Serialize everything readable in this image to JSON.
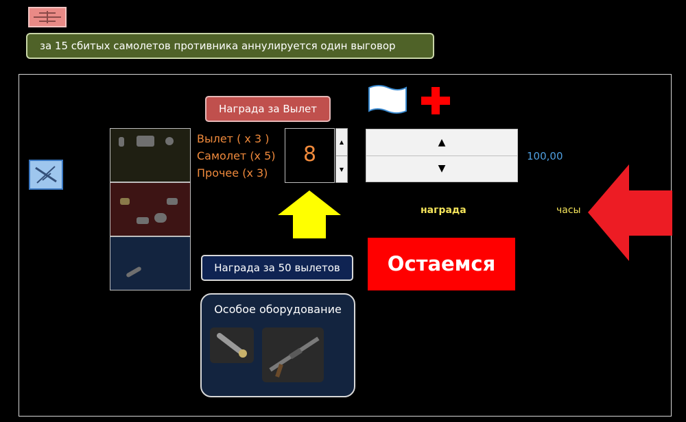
{
  "banner": {
    "text": "за 15 сбитых самолетов противника  аннулируется один выговор"
  },
  "rewards": {
    "sortie_button": "Награда за Вылет",
    "lines": [
      "Вылет ( х 3 )",
      "Самолет  (х 5)",
      "Прочее (х 3)"
    ],
    "counter_value": "8",
    "fifty_sorties_button": "Награда за 50 вылетов",
    "special_equipment_label": "Особое оборудование"
  },
  "stepper": {
    "value": "100,00"
  },
  "labels": {
    "reward": "награда",
    "hours": "часы"
  },
  "stay_button": "Остаемся",
  "colors": {
    "banner": "#4f6228",
    "sortie_button": "#c0504d",
    "fifty_button": "#0f2352",
    "stay_button": "#ff0000",
    "yellow_arrow": "#ffff00",
    "red_arrow": "#ed1c24",
    "value_text": "#4f9fe0",
    "orange_text": "#f08a3c"
  },
  "icons": [
    "plane-icon",
    "flag-icon",
    "red-cross-icon",
    "up-arrow-icon",
    "left-arrow-icon"
  ]
}
